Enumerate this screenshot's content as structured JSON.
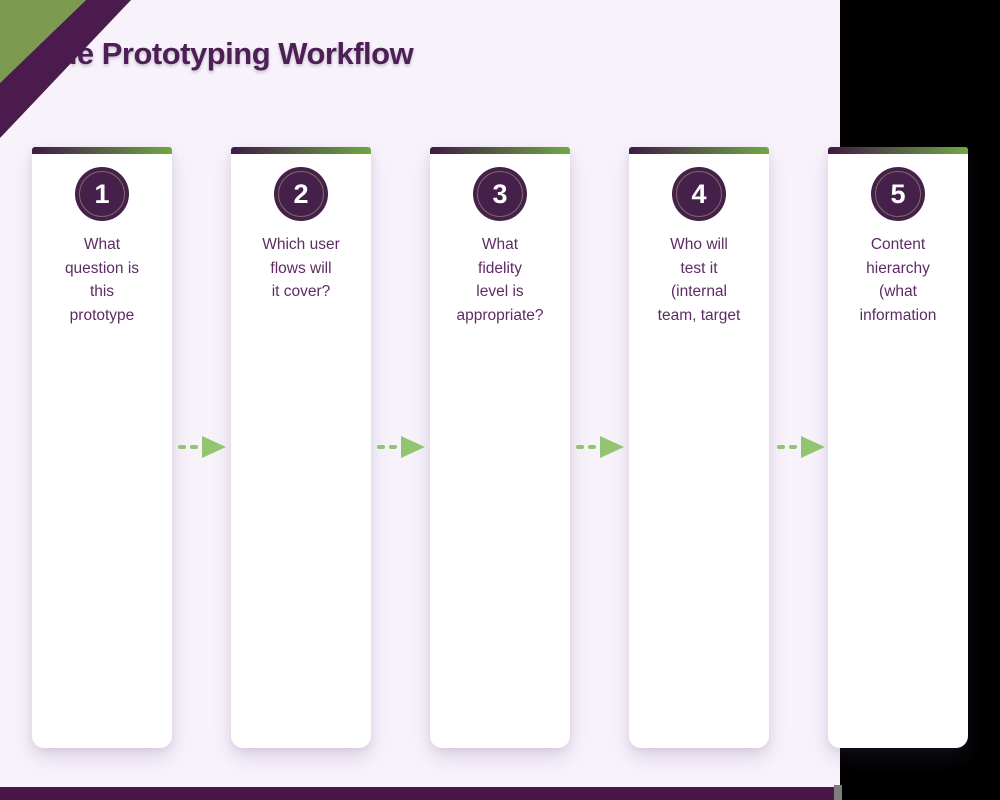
{
  "page": {
    "title": "The Prototyping Workflow",
    "background_color": "#f8f3fb",
    "outside_color": "#000000",
    "bottom_bar_color": "#4a1548"
  },
  "ribbon": {
    "green_color": "#7c9b50",
    "purple_color": "#4b1b4e"
  },
  "accents": {
    "arrow_green": "#93c571",
    "topbar_gradient_start": "#3f1a45",
    "topbar_gradient_end": "#6fa844",
    "badge_fill": "#44204a",
    "badge_ring": "#afa378",
    "title_color": "#4c2054",
    "question_color": "#5e2b64"
  },
  "steps": [
    {
      "number": "1",
      "question": "What\nquestion is\nthis\nprototype"
    },
    {
      "number": "2",
      "question": "Which user\nflows will\nit cover?"
    },
    {
      "number": "3",
      "question": "What\nfidelity\nlevel is\nappropriate?"
    },
    {
      "number": "4",
      "question": "Who will\ntest it\n(internal\nteam, target"
    },
    {
      "number": "5",
      "question": "Content\nhierarchy\n(what\ninformation"
    }
  ]
}
